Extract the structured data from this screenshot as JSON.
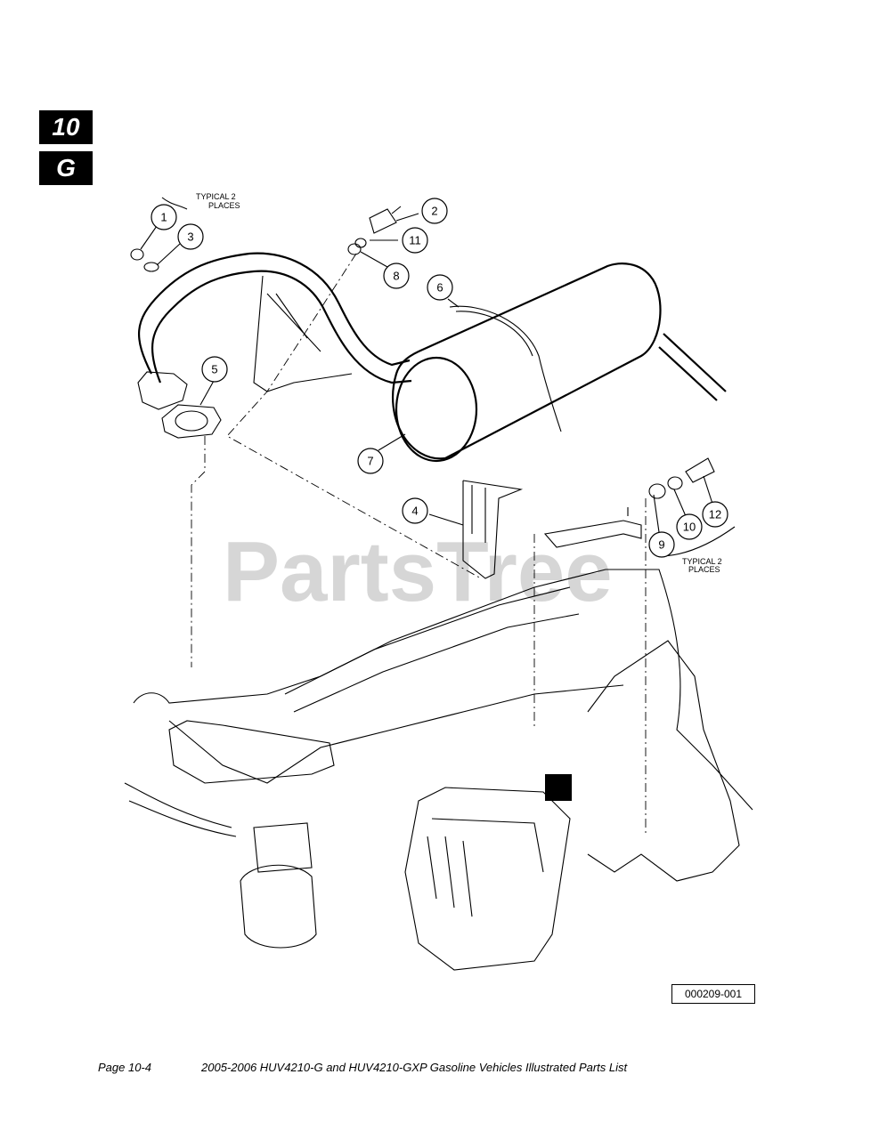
{
  "tabs": {
    "section": "10",
    "letter": "G"
  },
  "callouts": [
    {
      "id": "1",
      "label": "1"
    },
    {
      "id": "2",
      "label": "2"
    },
    {
      "id": "3",
      "label": "3"
    },
    {
      "id": "4",
      "label": "4"
    },
    {
      "id": "5",
      "label": "5"
    },
    {
      "id": "6",
      "label": "6"
    },
    {
      "id": "7",
      "label": "7"
    },
    {
      "id": "8",
      "label": "8"
    },
    {
      "id": "9",
      "label": "9"
    },
    {
      "id": "10",
      "label": "10"
    },
    {
      "id": "11",
      "label": "11"
    },
    {
      "id": "12",
      "label": "12"
    }
  ],
  "notes": {
    "typical_top_line1": "TYPICAL 2",
    "typical_top_line2": "PLACES",
    "typical_bottom_line1": "TYPICAL 2",
    "typical_bottom_line2": "PLACES"
  },
  "watermark": "PartsTree",
  "figure_id": "000209-001",
  "footer": {
    "page": "Page 10-4",
    "title": "2005-2006 HUV4210-G and HUV4210-GXP Gasoline Vehicles Illustrated Parts List"
  }
}
